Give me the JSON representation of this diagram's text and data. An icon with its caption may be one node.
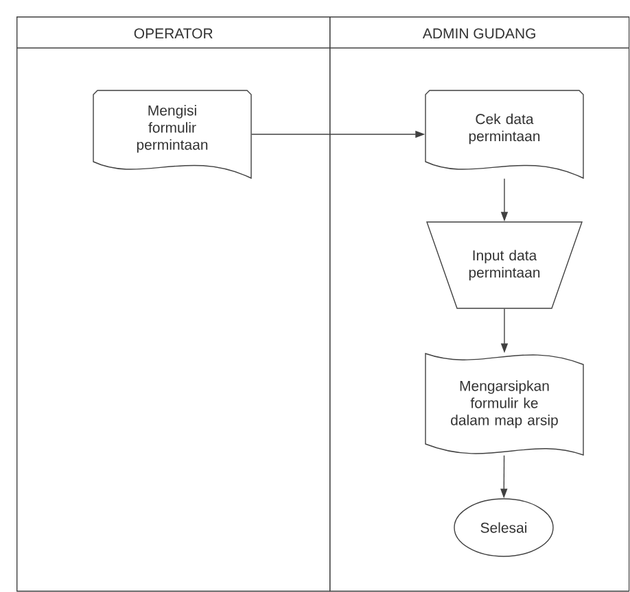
{
  "diagram": {
    "nodes": [
      {
        "text": [
          "OPERATOR"
        ]
      },
      {
        "text": [
          "ADMIN GUDANG"
        ]
      },
      {
        "text": [
          "Mengisi formulir permintaan"
        ],
        "in": 0
      },
      {
        "text": [
          "Cek data permintaan"
        ],
        "in": 1
      },
      {
        "text": [
          "Input data permintaan"
        ],
        "in": 1
      },
      {
        "text": [
          "Mengarsipkan formulir ke dalam map arsip"
        ],
        "in": 1
      },
      {
        "text": [
          "Selesai"
        ],
        "in": 1
      }
    ],
    "edges": [
      {
        "from": 2,
        "to": 3,
        "arrow": "to"
      },
      {
        "from": 3,
        "to": 4,
        "arrow": "to"
      },
      {
        "from": 4,
        "to": 5,
        "arrow": "to"
      },
      {
        "from": 5,
        "to": 6,
        "arrow": "to"
      }
    ]
  }
}
